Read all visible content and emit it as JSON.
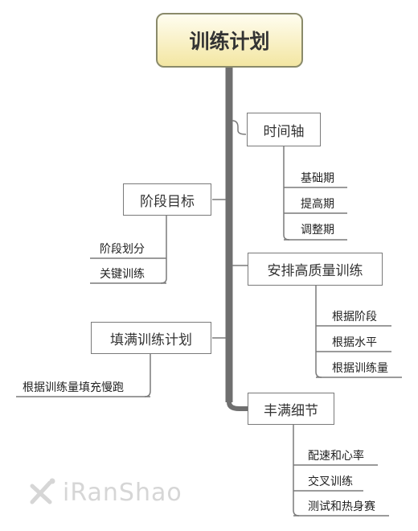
{
  "root": "训练计划",
  "branches": {
    "timeline": {
      "label": "时间轴",
      "children": [
        "基础期",
        "提高期",
        "调整期"
      ]
    },
    "stage_goal": {
      "label": "阶段目标",
      "children": [
        "阶段划分",
        "关键训练"
      ]
    },
    "quality": {
      "label": "安排高质量训练",
      "children": [
        "根据阶段",
        "根据水平",
        "根据训练量"
      ]
    },
    "fill": {
      "label": "填满训练计划",
      "children": [
        "根据训练量填充慢跑"
      ]
    },
    "details": {
      "label": "丰满细节",
      "children": [
        "配速和心率",
        "交叉训练",
        "测试和热身赛"
      ]
    }
  },
  "watermark": "iRanShao",
  "colors": {
    "trunk": "#6f6f6f",
    "connector": "#7a7a7a",
    "root_top": "#fffdf0",
    "root_bottom": "#f3e6a2"
  }
}
